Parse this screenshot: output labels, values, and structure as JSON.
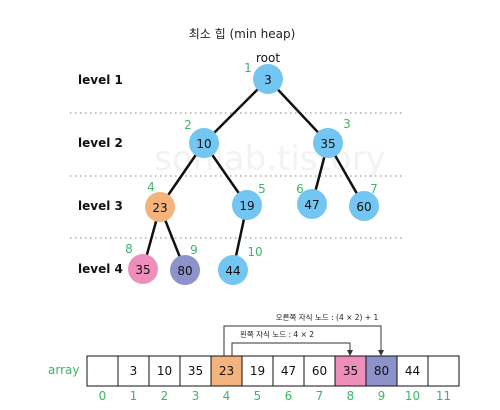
{
  "title": "최소 힙 (min heap)",
  "watermark": "sonlab.tistory",
  "root_label": "root",
  "levels": [
    {
      "label": "level 1"
    },
    {
      "label": "level 2"
    },
    {
      "label": "level 3"
    },
    {
      "label": "level 4"
    }
  ],
  "nodes": [
    {
      "index": "1",
      "value": "3",
      "color": "#74C6F2"
    },
    {
      "index": "2",
      "value": "10",
      "color": "#74C6F2"
    },
    {
      "index": "3",
      "value": "35",
      "color": "#74C6F2"
    },
    {
      "index": "4",
      "value": "23",
      "color": "#F4B37C"
    },
    {
      "index": "5",
      "value": "19",
      "color": "#74C6F2"
    },
    {
      "index": "6",
      "value": "47",
      "color": "#74C6F2"
    },
    {
      "index": "7",
      "value": "60",
      "color": "#74C6F2"
    },
    {
      "index": "8",
      "value": "35",
      "color": "#EE8FBB"
    },
    {
      "index": "9",
      "value": "80",
      "color": "#8C93CB"
    },
    {
      "index": "10",
      "value": "44",
      "color": "#74C6F2"
    }
  ],
  "array": {
    "label": "array",
    "cells": [
      "",
      "3",
      "10",
      "35",
      "23",
      "19",
      "47",
      "60",
      "35",
      "80",
      "44",
      ""
    ],
    "indices": [
      "0",
      "1",
      "2",
      "3",
      "4",
      "5",
      "6",
      "7",
      "8",
      "9",
      "10",
      "11"
    ],
    "cell_colors": [
      "#ffffff",
      "#ffffff",
      "#ffffff",
      "#ffffff",
      "#F4B37C",
      "#ffffff",
      "#ffffff",
      "#ffffff",
      "#EE8FBB",
      "#8C93CB",
      "#ffffff",
      "#ffffff"
    ]
  },
  "annotations": {
    "right_child": "오른쪽 자식 노드 : (4 × 2) + 1",
    "left_child": "왼쪽 자식 노드 : 4 × 2"
  },
  "colors": {
    "index_green": "#3DB56B",
    "edge": "#111111",
    "level_divider": "#999999"
  }
}
